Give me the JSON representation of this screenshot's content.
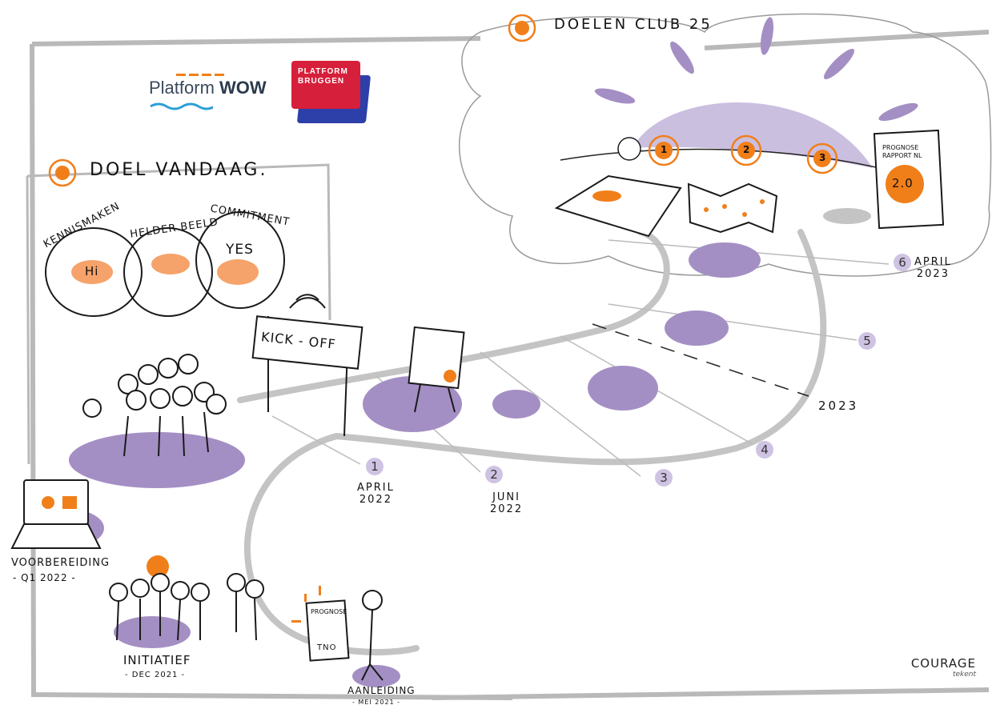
{
  "colors": {
    "orange": "#f07f1a",
    "purple": "#a48fc4",
    "purple_light": "#cbbfe0",
    "grey": "#b9b9b9",
    "ink": "#1a1a1a"
  },
  "logos": {
    "wow": {
      "prefix": "Platform ",
      "bold": "WOW"
    },
    "bruggen": {
      "line1": "PLATFORM",
      "line2": "BRUGGEN"
    }
  },
  "sections": {
    "doel_vandaag": "DOEL VANDAAG.",
    "doelen_club": "DOELEN CLUB 25"
  },
  "bubbles": {
    "kennismaken": "KENNISMAKEN",
    "helder_beeld": "HELDER BEELD",
    "commitment": "COMMITMENT",
    "hi": "Hi",
    "yes": "YES"
  },
  "signs": {
    "kickoff": "KICK - OFF",
    "prognose_tno": "PROGNOSE",
    "tno": "TNO",
    "rapport_title": "PROGNOSE RAPPORT NL",
    "rapport_value": "2.0"
  },
  "goals": [
    "1",
    "2",
    "3"
  ],
  "milestones": [
    {
      "num": "1",
      "label": "APRIL\n2022"
    },
    {
      "num": "2",
      "label": "JUNI\n2022"
    },
    {
      "num": "3",
      "label": ""
    },
    {
      "num": "4",
      "label": ""
    },
    {
      "num": "5",
      "label": ""
    },
    {
      "num": "6",
      "label": "APRIL\n2023"
    }
  ],
  "year_marker": "2023",
  "phases": {
    "voorbereiding": "VOORBEREIDING",
    "voorbereiding_date": "- Q1 2022 -",
    "initiatief": "INITIATIEF",
    "initiatief_date": "- DEC 2021 -",
    "aanleiding": "AANLEIDING",
    "aanleiding_date": "- MEI 2021 -"
  },
  "credit": {
    "name": "COURAGE",
    "sub": "tekent"
  }
}
